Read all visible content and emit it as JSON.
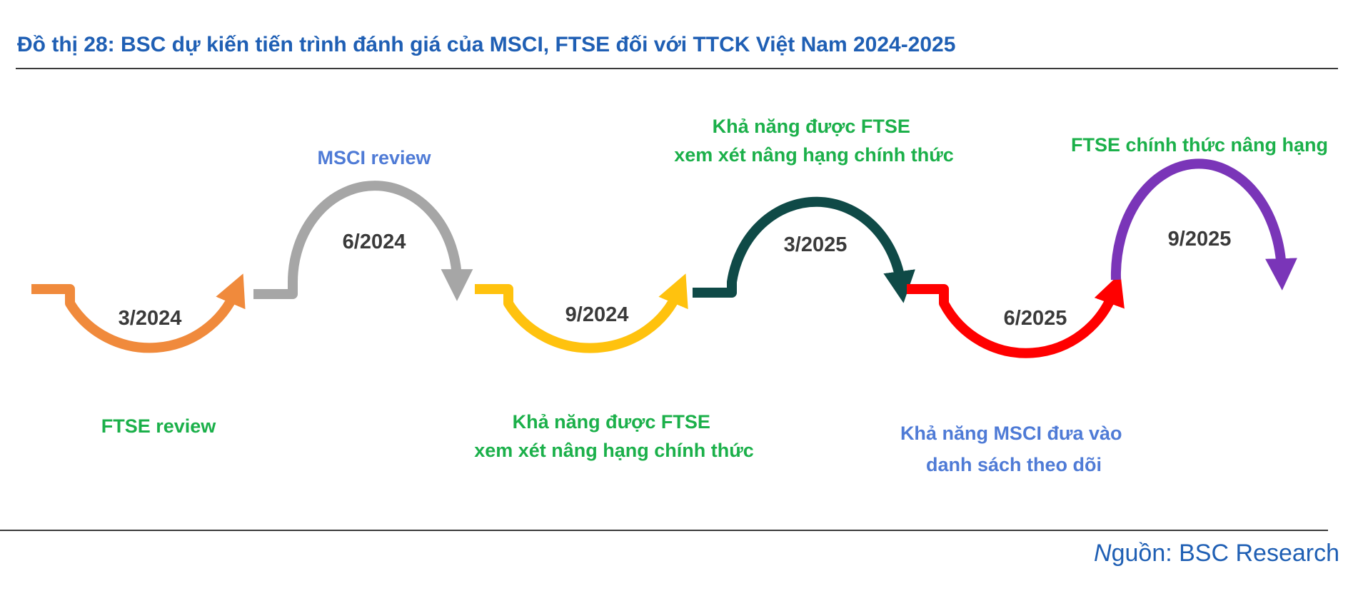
{
  "title": "Đồ thị 28: BSC dự kiến tiến trình đánh giá của MSCI, FTSE đối với TTCK Việt Nam 2024-2025",
  "source": {
    "prefix": "N",
    "rest": "guồn: BSC Research"
  },
  "colors": {
    "title": "#1f5fb4",
    "orange": "#f08a3c",
    "gray": "#a6a6a6",
    "yellow": "#ffc20e",
    "dark_teal": "#0f4a47",
    "red": "#ff0000",
    "purple": "#7a35b8",
    "label_green": "#1bb04a",
    "label_blue": "#4f7bd6"
  },
  "steps": [
    {
      "date": "3/2024",
      "label_lines": [
        "FTSE review"
      ],
      "label_color": "green"
    },
    {
      "date": "6/2024",
      "label_lines": [
        "MSCI review"
      ],
      "label_color": "blue"
    },
    {
      "date": "9/2024",
      "label_lines": [
        "Khả năng được FTSE",
        "xem xét nâng hạng chính thức"
      ],
      "label_color": "green"
    },
    {
      "date": "3/2025",
      "label_lines": [
        "Khả năng được FTSE",
        "xem xét nâng hạng chính thức"
      ],
      "label_color": "green"
    },
    {
      "date": "6/2025",
      "label_lines": [
        "Khả năng MSCI đưa vào",
        "danh sách theo dõi"
      ],
      "label_color": "blue"
    },
    {
      "date": "9/2025",
      "label_lines": [
        "FTSE chính thức nâng hạng"
      ],
      "label_color": "green"
    }
  ]
}
